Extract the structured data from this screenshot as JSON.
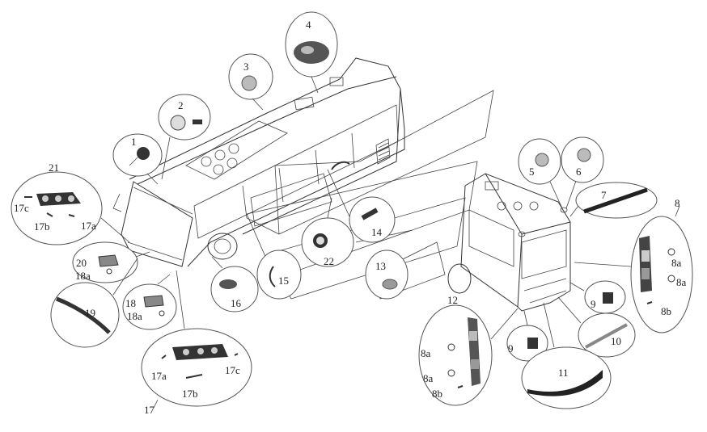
{
  "labels": {
    "l1": "1",
    "l2": "2",
    "l3": "3",
    "l4": "4",
    "l5": "5",
    "l6": "6",
    "l7": "7",
    "l8": "8",
    "l8a_top": "8a",
    "l8a_mid": "8a",
    "l8b": "8b",
    "l9_left": "9",
    "l9_right": "9",
    "l10": "10",
    "l11": "11",
    "l12": "12",
    "l12_8a_top": "8a",
    "l12_8a_bot": "8a",
    "l12_8b": "8b",
    "l13": "13",
    "l14": "14",
    "l15": "15",
    "l16": "16",
    "l17": "17",
    "l17a_left": "17a",
    "l17b_left": "17b",
    "l17c_left": "17c",
    "l17a_bot": "17a",
    "l17b_bot": "17b",
    "l17c_bot": "17c",
    "l18": "18",
    "l18a": "18a",
    "l19": "19",
    "l20": "20",
    "l20_18a": "18a",
    "l21": "21",
    "l22": "22"
  },
  "colors": {
    "line": "#333333",
    "part_dark": "#222222",
    "part_grey": "#888888"
  }
}
